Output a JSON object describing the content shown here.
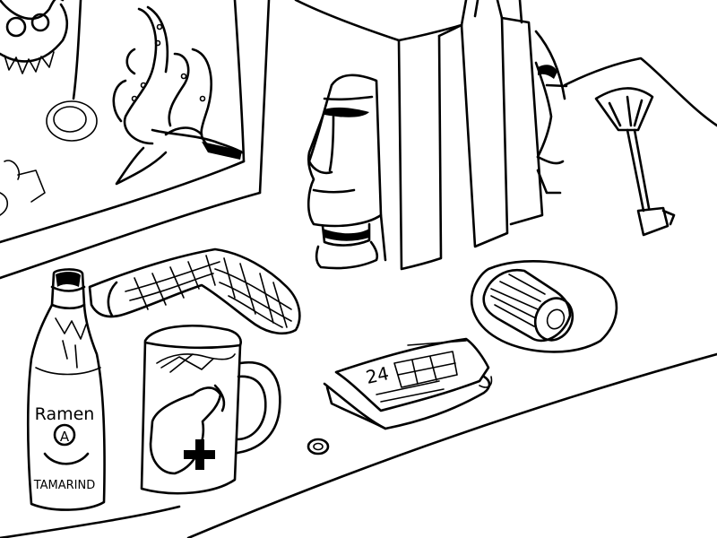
{
  "scene": {
    "background": "#ffffff",
    "ink_color": "#000000"
  },
  "bottle": {
    "label_line1": "Ramen",
    "label_glyph": "A",
    "label_brand": "TAMARIND"
  },
  "calendar": {
    "day": "24"
  },
  "icons": {
    "mug_symbol": "plus-icon"
  }
}
